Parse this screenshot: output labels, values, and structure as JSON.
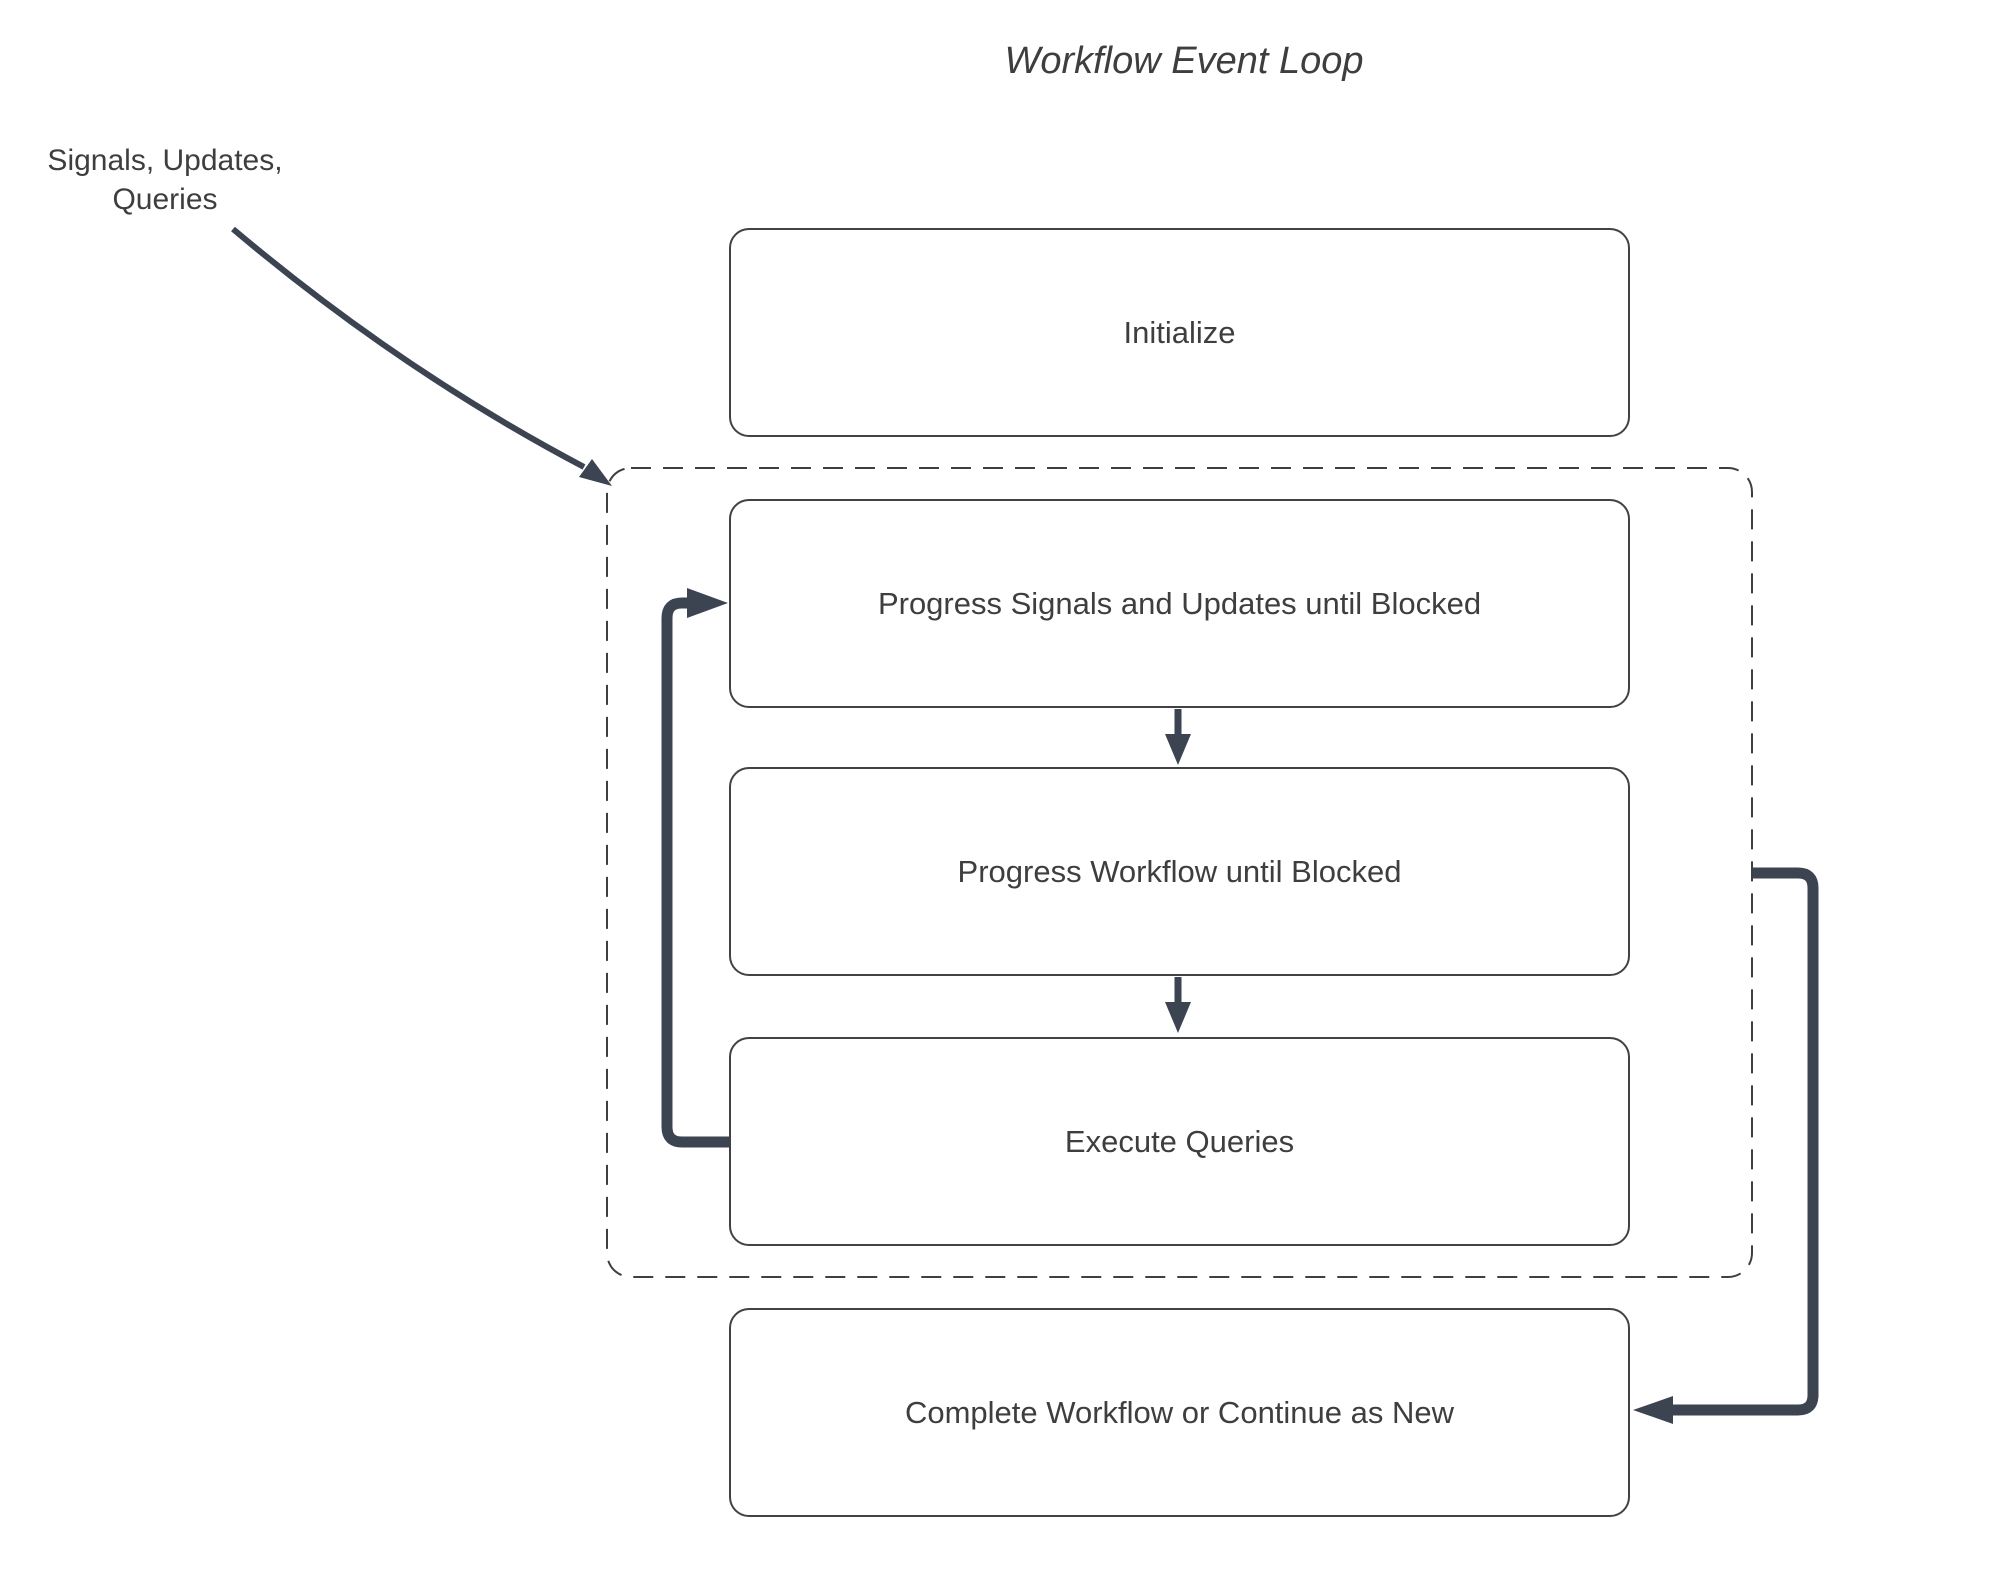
{
  "title": "Workflow Event Loop",
  "annotation": {
    "line1": "Signals, Updates,",
    "line2": "Queries"
  },
  "nodes": [
    {
      "id": "initialize",
      "label": "Initialize"
    },
    {
      "id": "progress-signals",
      "label": "Progress Signals and Updates until Blocked"
    },
    {
      "id": "progress-workflow",
      "label": "Progress Workflow until Blocked"
    },
    {
      "id": "execute-queries",
      "label": "Execute Queries"
    },
    {
      "id": "complete",
      "label": "Complete Workflow or Continue as New"
    }
  ],
  "edges": [
    {
      "from": "signals-updates-queries-label",
      "to": "event-loop-group",
      "style": "thin-curved-arrow"
    },
    {
      "from": "progress-signals",
      "to": "progress-workflow",
      "style": "thin-arrow-down"
    },
    {
      "from": "progress-workflow",
      "to": "execute-queries",
      "style": "thin-arrow-down"
    },
    {
      "from": "execute-queries",
      "to": "progress-signals",
      "style": "thick-elbow-loop-back"
    },
    {
      "from": "event-loop-group",
      "to": "complete",
      "style": "thick-elbow-arrow"
    }
  ],
  "colors": {
    "connector": "#3d4451",
    "box_border": "#424242",
    "container_border": "#3f3f3f",
    "text": "#3e3e3e",
    "background": "#ffffff"
  }
}
